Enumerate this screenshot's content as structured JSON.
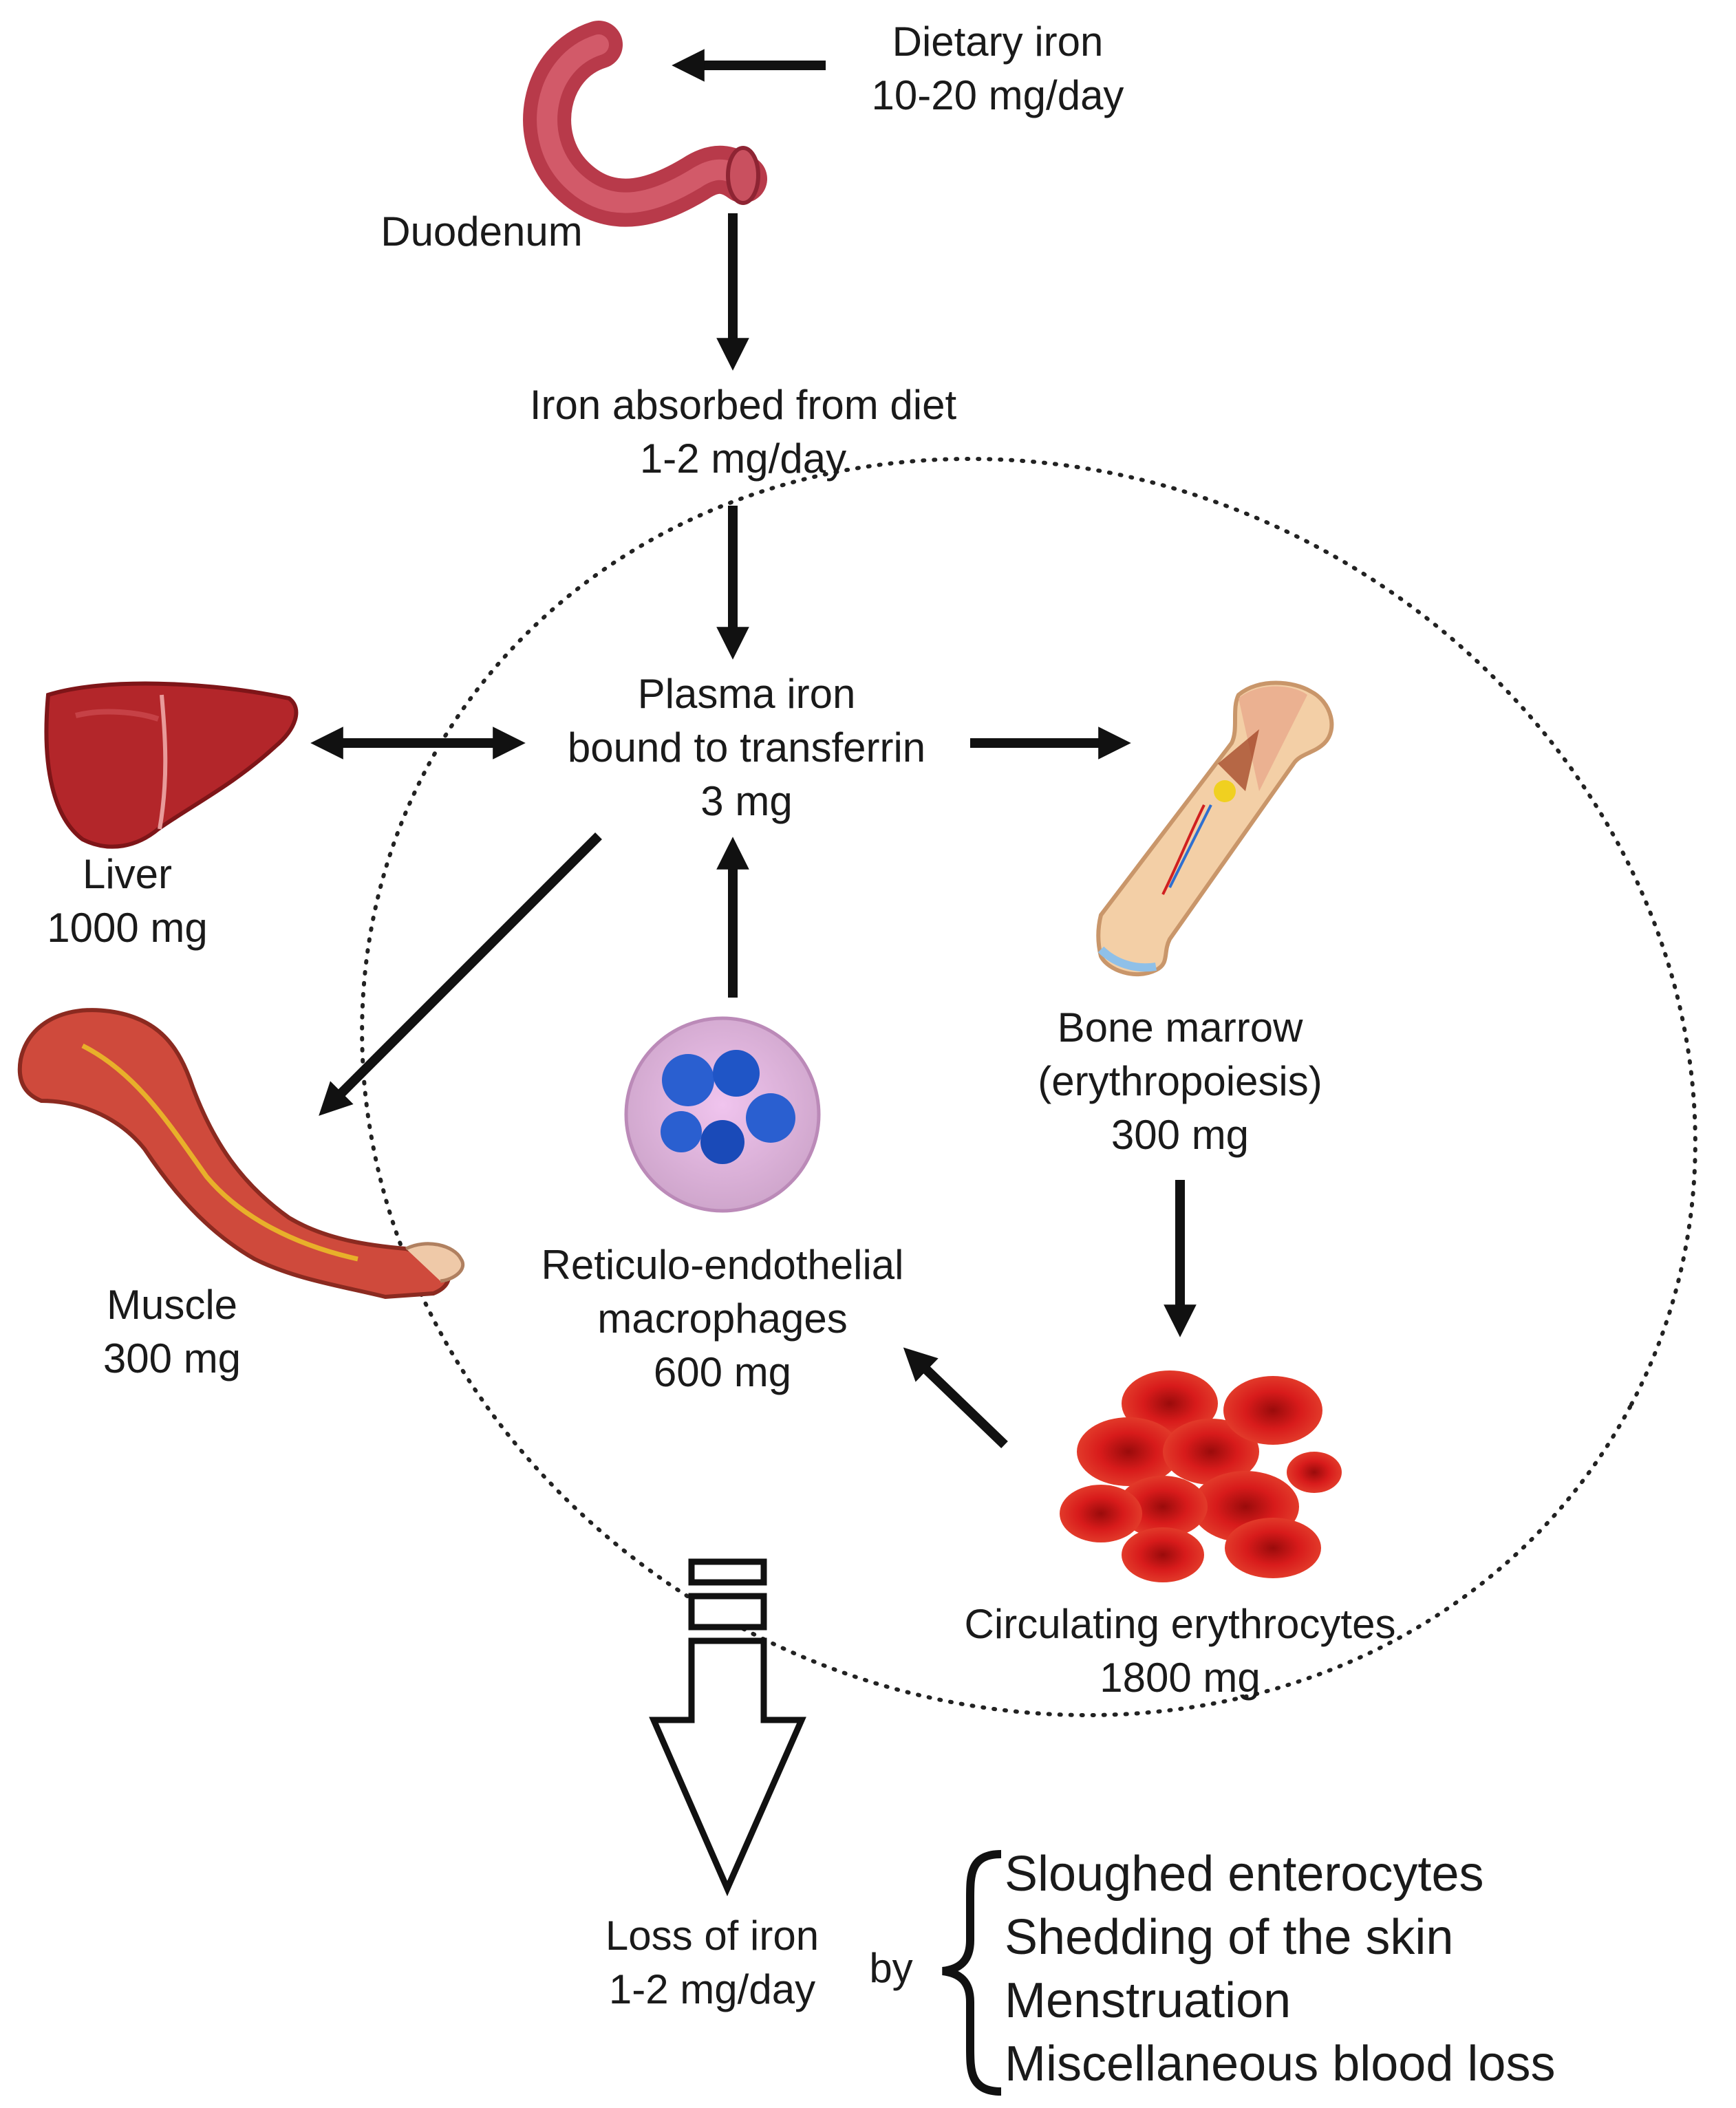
{
  "dietary_iron": {
    "line1": "Dietary iron",
    "line2": "10-20 mg/day"
  },
  "duodenum": {
    "label": "Duodenum"
  },
  "absorbed": {
    "line1": "Iron absorbed from diet",
    "line2": "1-2 mg/day"
  },
  "plasma": {
    "line1": "Plasma iron",
    "line2": "bound to transferrin",
    "line3": "3 mg"
  },
  "liver": {
    "line1": "Liver",
    "line2": "1000 mg"
  },
  "muscle": {
    "line1": "Muscle",
    "line2": "300 mg"
  },
  "macrophages": {
    "line1": "Reticulo-endothelial",
    "line2": "macrophages",
    "line3": "600 mg"
  },
  "bone_marrow": {
    "line1": "Bone marrow",
    "line2": "(erythropoiesis)",
    "line3": "300 mg"
  },
  "erythrocytes": {
    "line1": "Circulating erythrocytes",
    "line2": "1800 mg"
  },
  "loss": {
    "line1": "Loss of iron",
    "line2": "1-2 mg/day",
    "by": "by",
    "routes": [
      "Sloughed enterocytes",
      "Shedding of the skin",
      "Menstruation",
      "Miscellaneous blood loss"
    ]
  },
  "colors": {
    "organ_red": "#c0282c",
    "rbc_red": "#d01818",
    "bone": "#f2c9a0",
    "nucleus_blue": "#1f5fd0",
    "cell_pink": "#e8b4e4"
  }
}
